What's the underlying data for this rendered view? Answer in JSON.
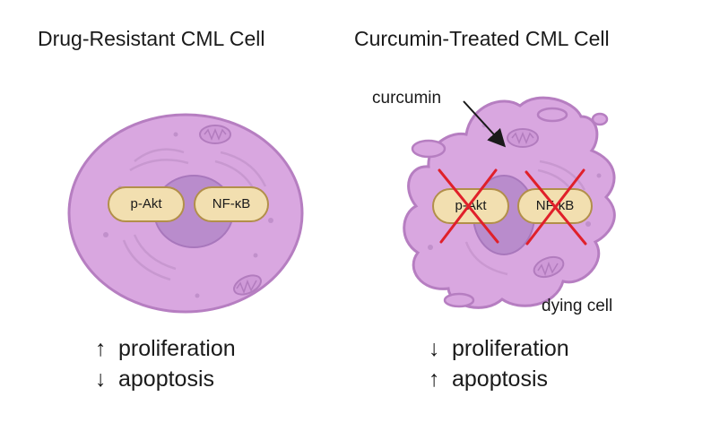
{
  "left_panel": {
    "title": "Drug-Resistant CML Cell",
    "proteins": [
      "p-Akt",
      "NF-κB"
    ],
    "effects": [
      {
        "arrow": "↑",
        "text": "proliferation"
      },
      {
        "arrow": "↓",
        "text": "apoptosis"
      }
    ]
  },
  "right_panel": {
    "title": "Curcumin-Treated CML Cell",
    "curcumin_label": "curcumin",
    "dying_label": "dying cell",
    "proteins": [
      "p-Akt",
      "NF-κB"
    ],
    "effects": [
      {
        "arrow": "↓",
        "text": "proliferation"
      },
      {
        "arrow": "↑",
        "text": "apoptosis"
      }
    ]
  },
  "colors": {
    "cytoplasm": "#d9a7e0",
    "cell_border": "#b67ec1",
    "nucleus": "#b98ccc",
    "protein_fill": "#f2dfb0",
    "protein_border": "#b28f4a",
    "cross": "#e0202a"
  }
}
